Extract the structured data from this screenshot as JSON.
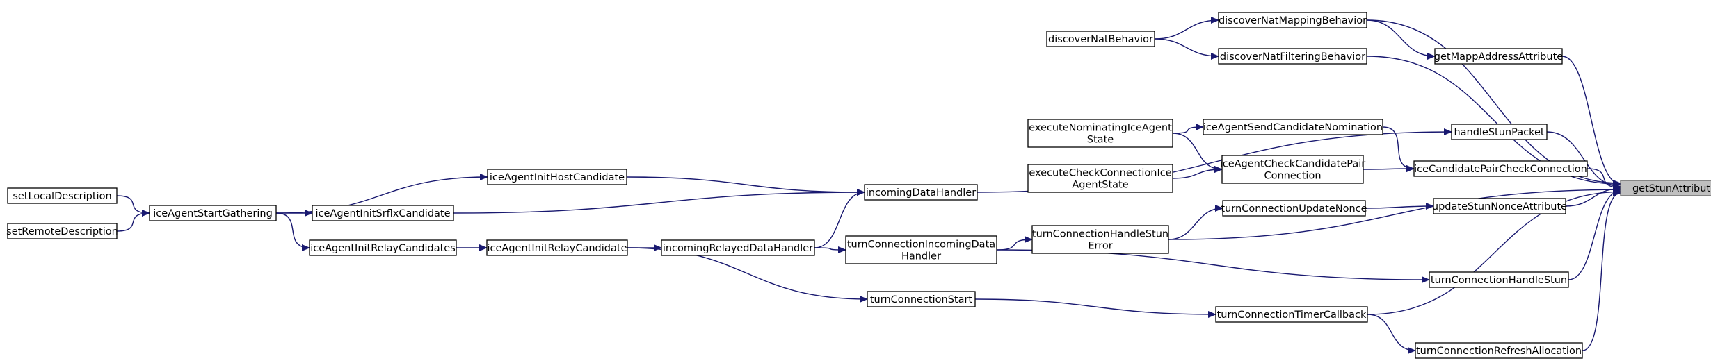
{
  "graph": {
    "colors": {
      "edge": "#191970",
      "node_border": "#000000",
      "root_fill": "#bfbfbf",
      "root_border": "#666666",
      "background": "#ffffff"
    },
    "root": "getStunAttribute",
    "nodes": [
      {
        "id": "getStunAttribute",
        "lines": [
          "getStunAttribute"
        ]
      },
      {
        "id": "discoverNatMappingBehavior",
        "lines": [
          "discoverNatMappingBehavior"
        ]
      },
      {
        "id": "discoverNatBehavior",
        "lines": [
          "discoverNatBehavior"
        ]
      },
      {
        "id": "discoverNatFilteringBehavior",
        "lines": [
          "discoverNatFilteringBehavior"
        ]
      },
      {
        "id": "getMappAddressAttribute",
        "lines": [
          "getMappAddressAttribute"
        ]
      },
      {
        "id": "handleStunPacket",
        "lines": [
          "handleStunPacket"
        ]
      },
      {
        "id": "executeNominatingIceAgentState",
        "lines": [
          "executeNominatingIceAgent",
          "State"
        ]
      },
      {
        "id": "iceAgentSendCandidateNomination",
        "lines": [
          "iceAgentSendCandidateNomination"
        ]
      },
      {
        "id": "iceAgentCheckCandidatePairConnection",
        "lines": [
          "iceAgentCheckCandidatePair",
          "Connection"
        ]
      },
      {
        "id": "iceCandidatePairCheckConnection",
        "lines": [
          "iceCandidatePairCheckConnection"
        ]
      },
      {
        "id": "executeCheckConnectionIceAgentState",
        "lines": [
          "executeCheckConnectionIce",
          "AgentState"
        ]
      },
      {
        "id": "turnConnectionUpdateNonce",
        "lines": [
          "turnConnectionUpdateNonce"
        ]
      },
      {
        "id": "updateStunNonceAttribute",
        "lines": [
          "updateStunNonceAttribute"
        ]
      },
      {
        "id": "turnConnectionHandleStunError",
        "lines": [
          "turnConnectionHandleStun",
          "Error"
        ]
      },
      {
        "id": "turnConnectionIncomingDataHandler",
        "lines": [
          "turnConnectionIncomingData",
          "Handler"
        ]
      },
      {
        "id": "turnConnectionHandleStun",
        "lines": [
          "turnConnectionHandleStun"
        ]
      },
      {
        "id": "turnConnectionStart",
        "lines": [
          "turnConnectionStart"
        ]
      },
      {
        "id": "turnConnectionTimerCallback",
        "lines": [
          "turnConnectionTimerCallback"
        ]
      },
      {
        "id": "turnConnectionRefreshAllocation",
        "lines": [
          "turnConnectionRefreshAllocation"
        ]
      },
      {
        "id": "incomingDataHandler",
        "lines": [
          "incomingDataHandler"
        ]
      },
      {
        "id": "incomingRelayedDataHandler",
        "lines": [
          "incomingRelayedDataHandler"
        ]
      },
      {
        "id": "iceAgentInitHostCandidate",
        "lines": [
          "iceAgentInitHostCandidate"
        ]
      },
      {
        "id": "iceAgentInitSrflxCandidate",
        "lines": [
          "iceAgentInitSrflxCandidate"
        ]
      },
      {
        "id": "iceAgentInitRelayCandidate",
        "lines": [
          "iceAgentInitRelayCandidate"
        ]
      },
      {
        "id": "iceAgentInitRelayCandidates",
        "lines": [
          "iceAgentInitRelayCandidates"
        ]
      },
      {
        "id": "iceAgentStartGathering",
        "lines": [
          "iceAgentStartGathering"
        ]
      },
      {
        "id": "setLocalDescription",
        "lines": [
          "setLocalDescription"
        ]
      },
      {
        "id": "setRemoteDescription",
        "lines": [
          "setRemoteDescription"
        ]
      }
    ],
    "edges": [
      {
        "from": "discoverNatMappingBehavior",
        "to": "getStunAttribute"
      },
      {
        "from": "discoverNatMappingBehavior",
        "to": "getMappAddressAttribute"
      },
      {
        "from": "discoverNatBehavior",
        "to": "discoverNatMappingBehavior"
      },
      {
        "from": "discoverNatBehavior",
        "to": "discoverNatFilteringBehavior"
      },
      {
        "from": "discoverNatFilteringBehavior",
        "to": "getStunAttribute"
      },
      {
        "from": "getMappAddressAttribute",
        "to": "getStunAttribute"
      },
      {
        "from": "handleStunPacket",
        "to": "getStunAttribute"
      },
      {
        "from": "incomingDataHandler",
        "to": "handleStunPacket"
      },
      {
        "from": "iceCandidatePairCheckConnection",
        "to": "getStunAttribute"
      },
      {
        "from": "iceAgentSendCandidateNomination",
        "to": "iceCandidatePairCheckConnection"
      },
      {
        "from": "iceAgentCheckCandidatePairConnection",
        "to": "iceCandidatePairCheckConnection"
      },
      {
        "from": "executeNominatingIceAgentState",
        "to": "iceAgentSendCandidateNomination"
      },
      {
        "from": "executeNominatingIceAgentState",
        "to": "iceAgentCheckCandidatePairConnection"
      },
      {
        "from": "executeCheckConnectionIceAgentState",
        "to": "iceAgentCheckCandidatePairConnection"
      },
      {
        "from": "updateStunNonceAttribute",
        "to": "getStunAttribute"
      },
      {
        "from": "turnConnectionUpdateNonce",
        "to": "updateStunNonceAttribute"
      },
      {
        "from": "turnConnectionHandleStunError",
        "to": "turnConnectionUpdateNonce"
      },
      {
        "from": "turnConnectionHandleStunError",
        "to": "getStunAttribute"
      },
      {
        "from": "turnConnectionIncomingDataHandler",
        "to": "turnConnectionHandleStunError"
      },
      {
        "from": "turnConnectionHandleStun",
        "to": "getStunAttribute"
      },
      {
        "from": "turnConnectionIncomingDataHandler",
        "to": "turnConnectionHandleStun"
      },
      {
        "from": "turnConnectionTimerCallback",
        "to": "getStunAttribute"
      },
      {
        "from": "turnConnectionTimerCallback",
        "to": "turnConnectionRefreshAllocation"
      },
      {
        "from": "turnConnectionRefreshAllocation",
        "to": "getStunAttribute"
      },
      {
        "from": "turnConnectionStart",
        "to": "turnConnectionTimerCallback"
      },
      {
        "from": "incomingRelayedDataHandler",
        "to": "turnConnectionIncomingDataHandler"
      },
      {
        "from": "iceAgentInitRelayCandidate",
        "to": "incomingRelayedDataHandler"
      },
      {
        "from": "iceAgentInitRelayCandidate",
        "to": "turnConnectionStart"
      },
      {
        "from": "incomingRelayedDataHandler",
        "to": "incomingDataHandler"
      },
      {
        "from": "iceAgentInitHostCandidate",
        "to": "incomingDataHandler"
      },
      {
        "from": "iceAgentInitSrflxCandidate",
        "to": "incomingDataHandler"
      },
      {
        "from": "iceAgentInitRelayCandidates",
        "to": "iceAgentInitRelayCandidate"
      },
      {
        "from": "iceAgentStartGathering",
        "to": "iceAgentInitHostCandidate"
      },
      {
        "from": "iceAgentStartGathering",
        "to": "iceAgentInitSrflxCandidate"
      },
      {
        "from": "iceAgentStartGathering",
        "to": "iceAgentInitRelayCandidates"
      },
      {
        "from": "setLocalDescription",
        "to": "iceAgentStartGathering"
      },
      {
        "from": "setRemoteDescription",
        "to": "iceAgentStartGathering"
      }
    ]
  }
}
